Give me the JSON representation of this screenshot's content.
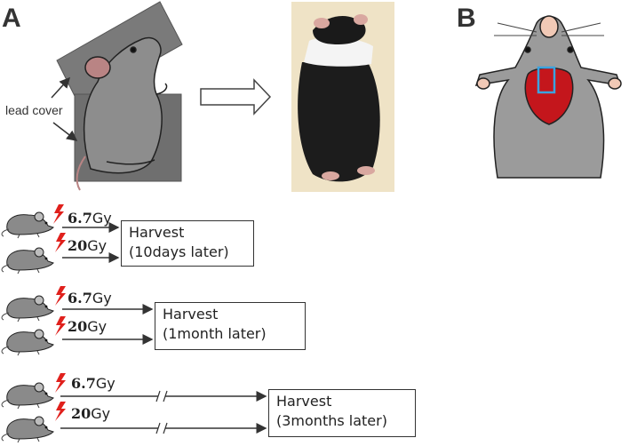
{
  "panels": {
    "a": "A",
    "b": "B"
  },
  "lead_cover": "lead cover",
  "groups": [
    {
      "dose_high": "6.7",
      "dose_high_unit": "Gy",
      "dose_low": "20",
      "dose_low_unit": "Gy",
      "harvest_title": "Harvest",
      "harvest_time": "(10days later)"
    },
    {
      "dose_high": "6.7",
      "dose_high_unit": "Gy",
      "dose_low": "20",
      "dose_low_unit": "Gy",
      "harvest_title": "Harvest",
      "harvest_time": "(1month later)"
    },
    {
      "dose_high": "6.7",
      "dose_high_unit": "Gy",
      "dose_low": "20",
      "dose_low_unit": "Gy",
      "harvest_title": "Harvest",
      "harvest_time": "(3months later)"
    }
  ],
  "colors": {
    "lightning": "#e0201c",
    "gland": "#c4161c",
    "roi": "#3ba3e0",
    "shield": "#6f6f6f"
  }
}
